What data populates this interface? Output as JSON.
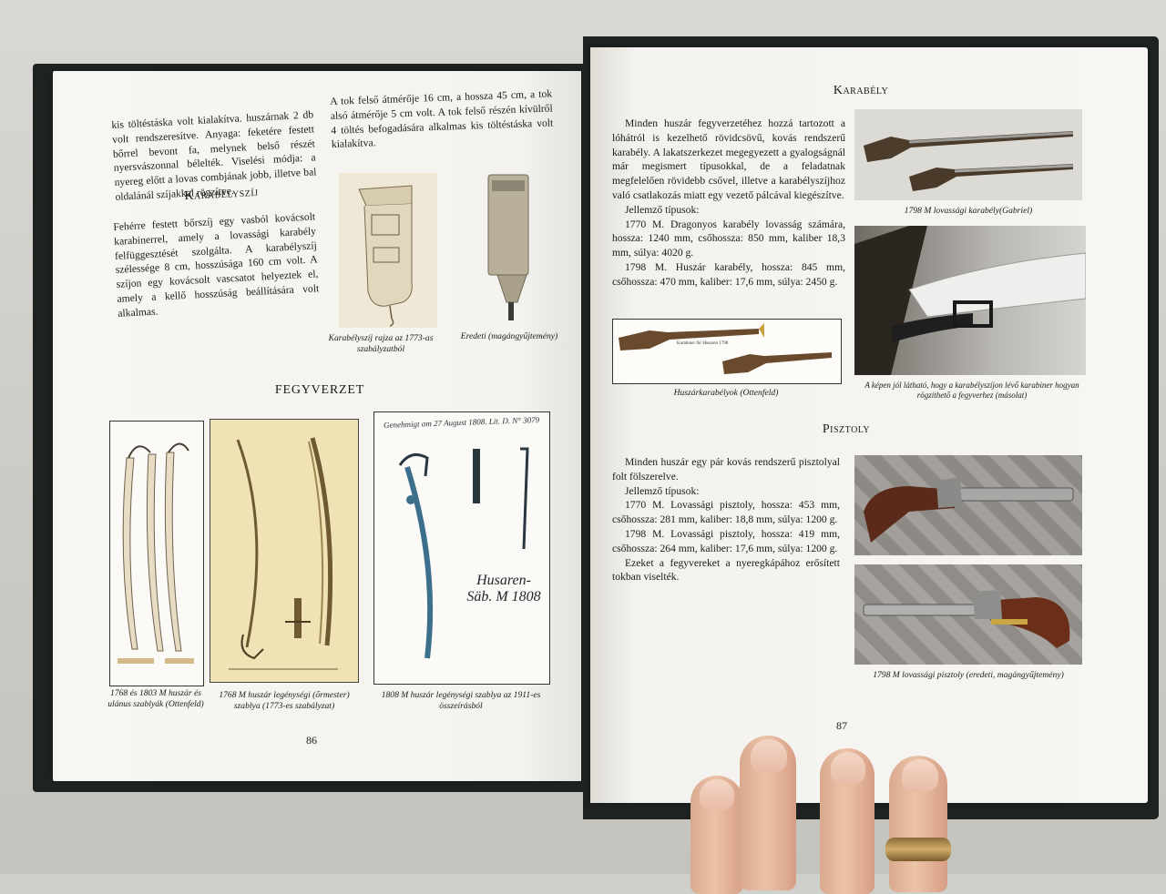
{
  "left_page": {
    "intro_text": "kis töltéstáska volt kialakítva. huszárnak 2 db volt rendszeresítve. Anyaga: feketére festett bőrrel bevont fa, melynek belső részét nyersvászonnal bélelték. Viselési módja: a nyereg előtt a lovas combjának jobb, illetve bal oldalánál szíjakkal rögzítve.",
    "right_col_text": "A tok felső átmérője 16 cm, a hossza 45 cm, a tok alsó átmérője 5 cm volt. A tok felső részén kívülről 4 töltés befogadására alkalmas kis töltéstáska volt kialakítva.",
    "heading_karabelyszij": "Karabélyszíj",
    "karabelyszij_text": "Fehérre festett bőrszíj egy vasból kovácsolt karabinerrel, amely a lovassági karabély felfüggesztését szolgálta. A karabélyszíj szélessége 8 cm, hosszúsága 160 cm volt. A szíjon egy kovácsolt vascsatot helyeztek el, amely a kellő hosszúság beállítására volt alkalmas.",
    "caption_drawing": "Karabélyszíj rajza az 1773-as szabályzatból",
    "caption_original": "Eredeti (magángyűjtemény)",
    "heading_fegyverzet": "FEGYVERZET",
    "caption_sabre1": "1768 és 1803 M huszár és ulánus szablyák (Ottenfeld)",
    "caption_sabre2": "1768 M huszár legénységi (őrmester) szablya (1773-es szabályzat)",
    "caption_sabre3": "1808 M huszár legénységi szablya az 1911-es összeírásból",
    "sabre3_handwriting_top": "Genehmigt am 27 August 1808. Lit. D. N° 3079",
    "sabre3_handwriting_main": "Husaren-Säb. M 1808",
    "page_number": "86"
  },
  "right_page": {
    "heading_karabely": "Karabély",
    "karabely_p1": "Minden huszár fegyverzetéhez hozzá tartozott a lóhátról is kezelhető rövidcsövű, kovás rendszerű karabély. A lakatszerkezet megegyezett a gyalogságnál már megismert típusokkal, de a feladatnak megfelelően rövidebb csővel, illetve a karabélyszíjhoz való csatlakozás miatt egy vezető pálcával kiegészítve.",
    "karabely_p2": "Jellemző típusok:",
    "karabely_p3": "1770 M. Dragonyos karabély lovasság számára, hossza: 1240 mm, csőhossza: 850 mm, kaliber 18,3 mm, súlya: 4020 g.",
    "karabely_p4": "1798 M. Huszár karabély, hossza: 845 mm, csőhossza: 470 mm, kaliber: 17,6 mm, súlya: 2450 g.",
    "caption_karabely_photo": "1798 M lovassági karabély(Gabriel)",
    "caption_huszarkarabelyok": "Huszárkarabélyok (Ottenfeld)",
    "caption_karabiner": "A képen jól látható, hogy a karabélyszíjon lévő karabiner hogyan rögzíthető a fegyverhez (másolat)",
    "heading_pisztoly": "Pisztoly",
    "pisztoly_p1": "Minden huszár egy pár kovás rendszerű pisztolyal folt fölszerelve.",
    "pisztoly_p2": "Jellemző típusok:",
    "pisztoly_p3": "1770 M. Lovassági pisztoly, hossza: 453 mm, csőhossza: 281 mm, kaliber: 18,8 mm, súlya: 1200 g.",
    "pisztoly_p4": "1798 M. Lovassági pisztoly, hossza: 419 mm, csőhossza: 264 mm, kaliber: 17,6 mm, súlya: 1200 g.",
    "pisztoly_p5": "Ezeket a fegyvereket a nyeregkápához erősített tokban viselték.",
    "caption_pisztoly": "1798 M lovassági pisztoly (eredeti, magángyűjtemény)",
    "carbine_drawing_label": "Karabiner für Husaren 1798",
    "page_number": "87"
  },
  "colors": {
    "paper": "#f6f5f1",
    "cover": "#1e2322",
    "ink": "#1a1a1a"
  }
}
